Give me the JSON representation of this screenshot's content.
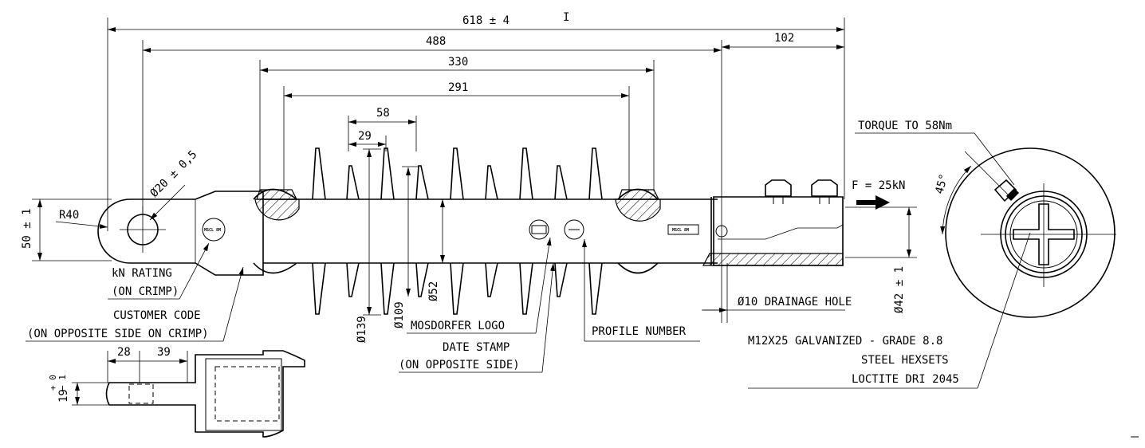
{
  "dimensions": {
    "overall": "618 ± 4",
    "mark": "I",
    "d488": "488",
    "d102": "102",
    "d330": "330",
    "d291": "291",
    "d58": "58",
    "d29": "29",
    "hole_dia": "Ø20 ± 0,5",
    "radius": "R40",
    "width": "50 ± 1",
    "d139": "Ø139",
    "d109": "Ø109",
    "d52": "Ø52",
    "d42": "Ø42 ± 1",
    "d28": "28",
    "d39": "39",
    "tol_upper": "+ 0",
    "tol_lower": "− 1",
    "tol_base": "19",
    "angle": "45°"
  },
  "labels": {
    "kn_rating_1": "kN RATING",
    "kn_rating_2": "(ON CRIMP)",
    "customer_code_1": "CUSTOMER CODE",
    "customer_code_2": "(ON OPPOSITE SIDE ON CRIMP)",
    "mosdorfer_logo": "MOSDORFER LOGO",
    "date_stamp_1": "DATE STAMP",
    "date_stamp_2": "(ON OPPOSITE SIDE)",
    "profile_number": "PROFILE NUMBER",
    "drainage_hole": "Ø10 DRAINAGE HOLE",
    "load": "F = 25kN",
    "torque": "TORQUE TO 58Nm",
    "bolt_1": "M12X25 GALVANIZED - GRADE 8.8",
    "bolt_2": "STEEL HEXSETS",
    "bolt_3": "LOCTITE DRI 2045",
    "stamp_left": "MSCL 8M",
    "stamp_right": "MSCL 8M"
  }
}
